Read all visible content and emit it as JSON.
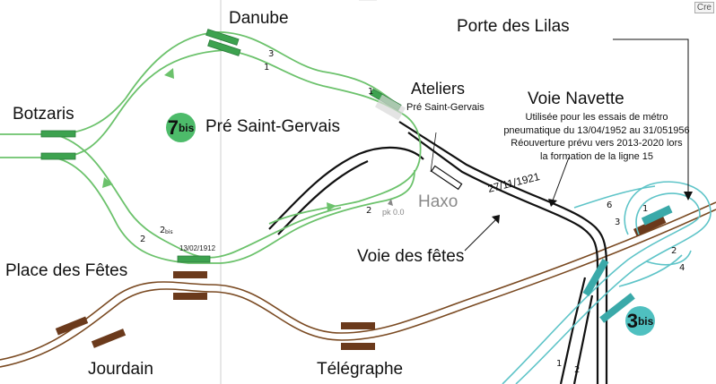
{
  "corner_text": "Cre",
  "stations": {
    "danube": "Danube",
    "botzaris": "Botzaris",
    "pre_saint_gervais": "Pré Saint-Gervais",
    "ateliers": "Ateliers",
    "ateliers_sub": "Pré Saint-Gervais",
    "place_des_fetes": "Place des Fêtes",
    "jourdain": "Jourdain",
    "telegraphe": "Télégraphe",
    "porte_des_lilas": "Porte des Lilas",
    "haxo": "Haxo"
  },
  "labels": {
    "voie_navette": "Voie Navette",
    "voie_des_fetes": "Voie des fêtes",
    "date_1921": "27/11/1921",
    "date_1912": "13/02/1912",
    "pk": "pk 0.0",
    "navette_note": [
      "Utilisée pour les essais de métro",
      "pneumatique du 13/04/1952 au 31/051956",
      "Réouverture prévu vers 2013-2020 lors",
      "la formation de la ligne 15"
    ]
  },
  "badges": {
    "line7bis": {
      "number": "7",
      "suffix": "bis",
      "color": "#4dbb6a"
    },
    "line3bis": {
      "number": "3",
      "suffix": "bis",
      "color": "#4fc0c0"
    }
  },
  "track_numbers": {
    "danube_3": "3",
    "danube_1": "1",
    "ateliers_1": "1",
    "botzaris_2": "2",
    "pf_2bis": "2",
    "pf_2bis_sub": "bis",
    "loop_2": "2",
    "pdl_6": "6",
    "pdl_3": "3",
    "pdl_1": "1",
    "pdl_2": "2",
    "pdl_4": "4",
    "bottom_1": "1",
    "bottom_2": "2"
  },
  "colors": {
    "line7bis": "#6cc26c",
    "line3bis": "#5ec4c8",
    "line3": "#7a4a22",
    "voie_navette": "#111111",
    "platform_green": "#3da24f",
    "platform_brown": "#6b3a1c",
    "platform_teal": "#3aa9a9"
  }
}
